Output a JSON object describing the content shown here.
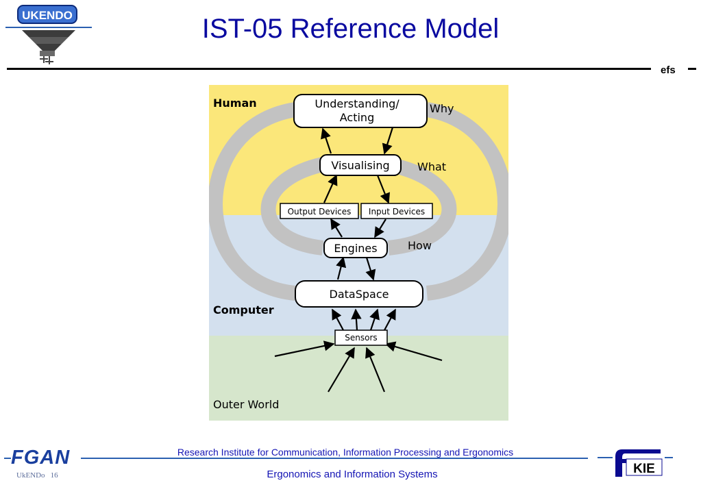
{
  "slide": {
    "title": "IST-05 Reference Model",
    "corner_label": "efs",
    "footer": {
      "institute": "Research Institute for Communication, Information Processing and Ergonomics",
      "department": "Ergonomics and Information Systems",
      "left_brand": "FGAN",
      "right_brand": "KIE",
      "logo_text": "UKENDO",
      "deck_name": "UkENDo",
      "page_number": "16"
    }
  },
  "diagram": {
    "layers": [
      {
        "label": "Human",
        "color": "#fbe77a"
      },
      {
        "label": "Computer",
        "color": "#d3e0ee"
      },
      {
        "label": "Outer World",
        "color": "#d6e6cc"
      }
    ],
    "nodes": {
      "understanding": [
        "Understanding/",
        "Acting"
      ],
      "visualising": "Visualising",
      "output_devices": "Output Devices",
      "input_devices": "Input Devices",
      "engines": "Engines",
      "dataspace": "DataSpace",
      "sensors": "Sensors"
    },
    "loop_labels": {
      "why": "Why",
      "what": "What",
      "how": "How"
    },
    "loop_color": "#c2c2c2"
  }
}
